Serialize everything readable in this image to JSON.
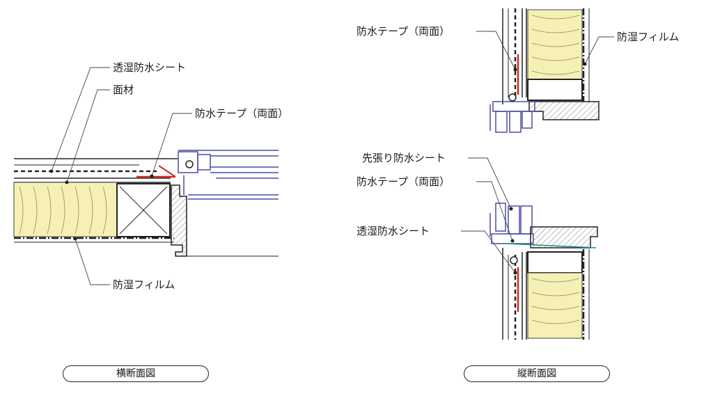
{
  "horizontal_section": {
    "caption": "横断面図",
    "labels": {
      "breather_sheet": "透湿防水シート",
      "board": "面材",
      "tape": "防水テープ（両面）",
      "vapor_film": "防湿フィルム"
    }
  },
  "vertical_section": {
    "caption": "縦断面図",
    "labels": {
      "tape_top": "防水テープ（両面）",
      "vapor_film": "防湿フィルム",
      "pre_sheet": "先張り防水シート",
      "tape_bottom": "防水テープ（両面）",
      "breather_sheet": "透湿防水シート"
    }
  },
  "colors": {
    "insulation": "#f6f0b4",
    "tape": "#d42a20",
    "frame": "#4a4aa8",
    "line": "#1a1a1a",
    "sill": "#888888"
  }
}
